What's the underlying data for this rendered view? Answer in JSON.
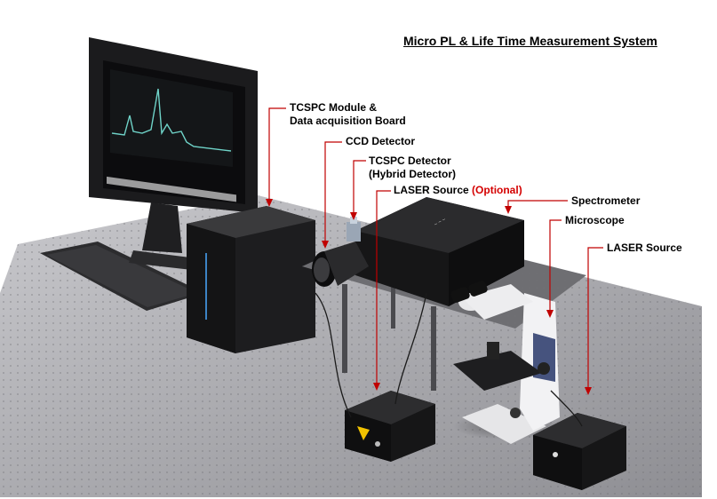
{
  "title": "Micro PL & Life Time Measurement System",
  "labels": {
    "tcspc_module_line1": "TCSPC Module &",
    "tcspc_module_line2": "Data acquisition Board",
    "ccd_detector": "CCD Detector",
    "tcspc_detector_line1": "TCSPC Detector",
    "tcspc_detector_line2": "(Hybrid Detector)",
    "laser_source_optional": "LASER Source",
    "optional_note": "(Optional)",
    "spectrometer": "Spectrometer",
    "microscope": "Microscope",
    "laser_source": "LASER Source"
  },
  "colors": {
    "leader_line": "#c00000",
    "table_top": "#a9a9ad",
    "equipment": "#1a1a1a",
    "screen_trace": "#6fd3c8"
  }
}
